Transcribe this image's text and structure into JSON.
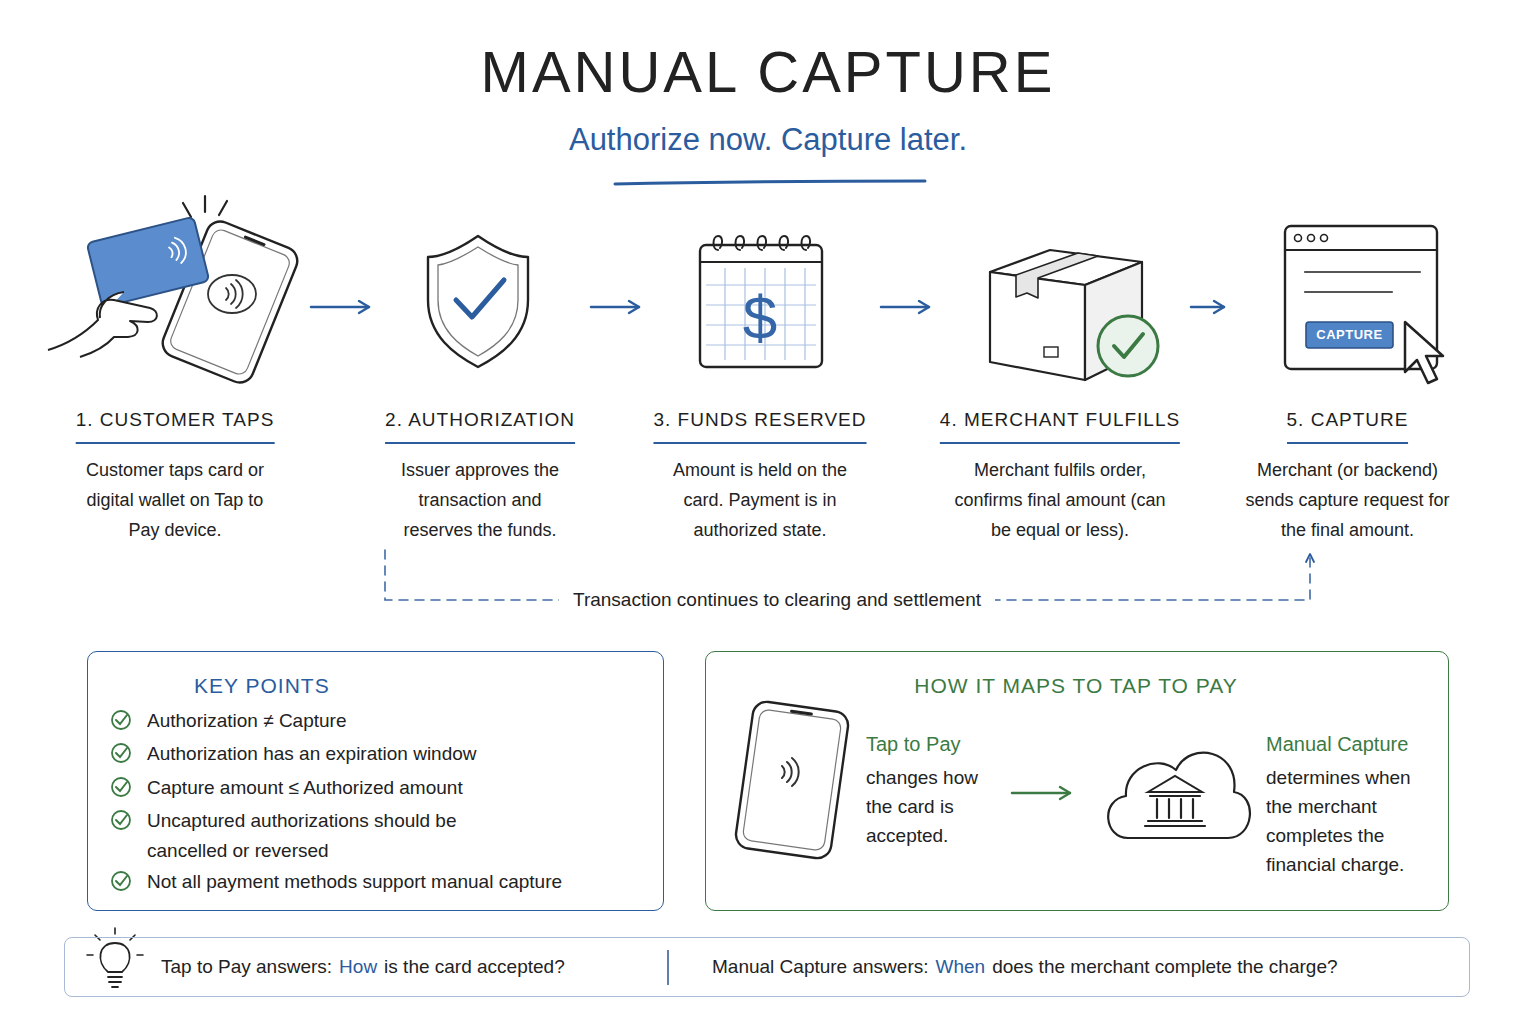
{
  "diagram": {
    "title": "MANUAL CAPTURE",
    "nodes": [
      {
        "text": [
          "1. CUSTOMER TAPS",
          "Customer taps card or digital wallet on Tap to Pay device."
        ]
      },
      {
        "text": [
          "2. AUTHORIZATION",
          "Issuer approves the transaction and reserves the funds."
        ]
      },
      {
        "text": [
          "3. FUNDS RESERVED",
          "Amount is held on the card. Payment is in authorized state."
        ]
      },
      {
        "text": [
          "4. MERCHANT FULFILLS",
          "Merchant fulfils order, confirms final amount (can be equal or less)."
        ]
      },
      {
        "text": [
          "5. CAPTURE",
          "Merchant (or backend) sends capture request for the final amount."
        ]
      },
      {
        "text": [
          "KEY POINTS",
          "Authorization ≠ Capture",
          "Authorization has an expiration window",
          "Capture amount ≤ Authorized amount",
          "Uncaptured authorizations should be cancelled or reversed",
          "Not all payment methods support manual capture"
        ]
      },
      {
        "text": [
          "HOW IT MAPS TO TAP TO PAY"
        ]
      },
      {
        "text": [
          "Tap to Pay",
          "changes how the card is accepted."
        ],
        "in": 6
      },
      {
        "text": [
          "Manual Capture",
          "determines when the merchant completes the financial charge."
        ],
        "in": 6
      },
      {
        "text": [
          "Tap to Pay answers:",
          "How",
          "is the card accepted?",
          "Manual Capture answers:",
          "When",
          "does the merchant complete the charge?"
        ]
      }
    ],
    "edges": [
      {
        "from": 0,
        "to": 1,
        "arrow": "to"
      },
      {
        "from": 1,
        "to": 2,
        "arrow": "to"
      },
      {
        "from": 2,
        "to": 3,
        "arrow": "to"
      },
      {
        "from": 3,
        "to": 4,
        "arrow": "to"
      },
      {
        "from": 1,
        "to": 4,
        "label": "Transaction continues to clearing and settlement",
        "arrow": "to"
      },
      {
        "from": 7,
        "to": 8,
        "arrow": "to"
      }
    ],
    "labels": [
      "Authorize now. Capture later.",
      "$",
      "CAPTURE"
    ]
  }
}
